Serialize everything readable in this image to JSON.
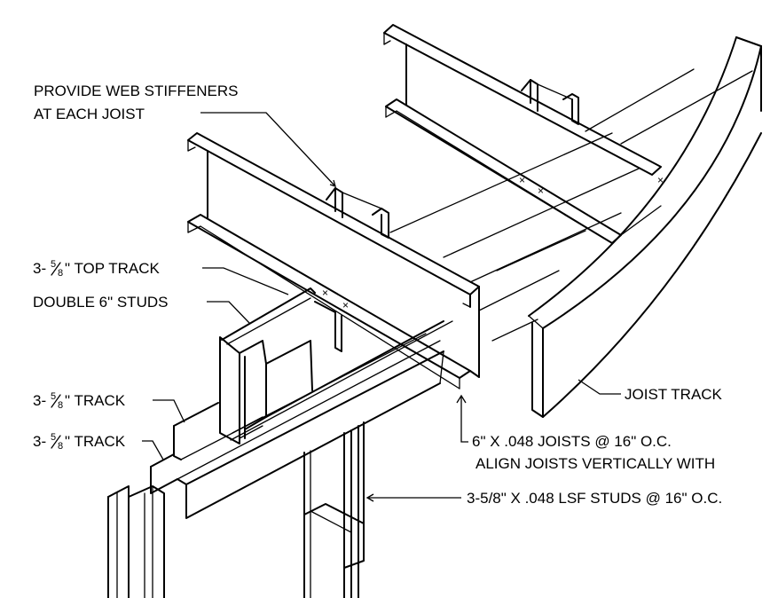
{
  "labels": {
    "web_stiffeners_line1": "PROVIDE WEB STIFFENERS",
    "web_stiffeners_line2": "AT EACH JOIST",
    "top_track_prefix": "3-",
    "top_track_num": "5",
    "top_track_den": "8",
    "top_track_suffix": "\" TOP TRACK",
    "double_studs": "DOUBLE 6\" STUDS",
    "track_upper_prefix": "3-",
    "track_upper_num": "5",
    "track_upper_den": "8",
    "track_upper_suffix": "\" TRACK",
    "track_lower_prefix": "3-",
    "track_lower_num": "5",
    "track_lower_den": "8",
    "track_lower_suffix": "\" TRACK",
    "joist_track": "JOIST TRACK",
    "joists_line1": "6\" X .048 JOISTS @ 16\" O.C.",
    "joists_line2": "ALIGN JOISTS VERTICALLY WITH",
    "lsf_studs": "3-5/8\" X .048 LSF STUDS @ 16\" O.C."
  },
  "screw_mark": "×"
}
